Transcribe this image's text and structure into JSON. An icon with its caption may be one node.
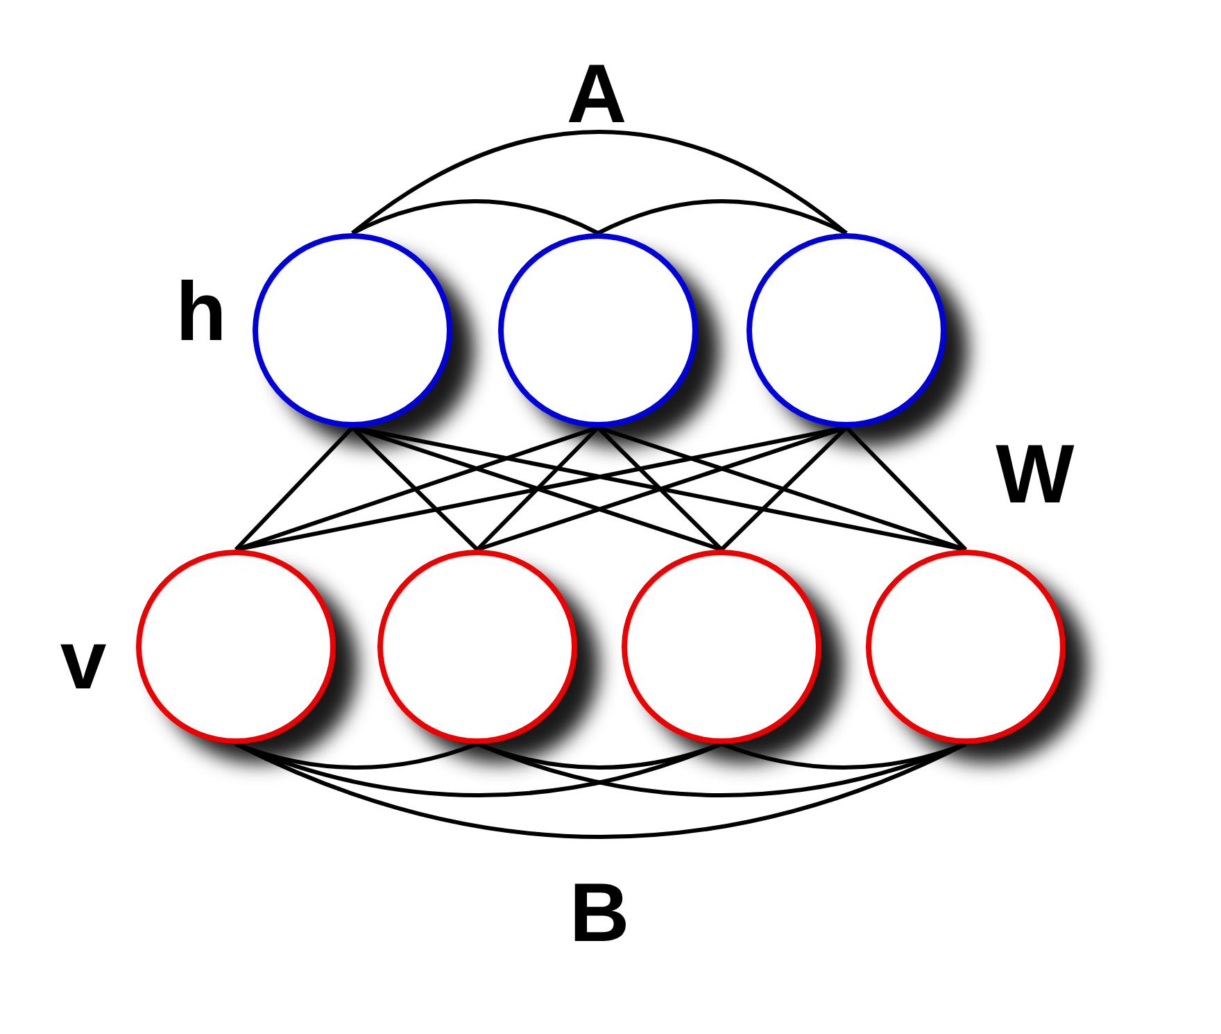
{
  "diagram": {
    "nodes": [
      {
        "text": [],
        "shape": "circle"
      },
      {
        "text": [],
        "shape": "circle"
      },
      {
        "text": [],
        "shape": "circle"
      },
      {
        "text": [],
        "shape": "circle"
      },
      {
        "text": [],
        "shape": "circle"
      },
      {
        "text": [],
        "shape": "circle"
      },
      {
        "text": [],
        "shape": "circle"
      }
    ],
    "edges": [
      {
        "from": 0,
        "to": 1,
        "arrow": "none"
      },
      {
        "from": 1,
        "to": 2,
        "arrow": "none"
      },
      {
        "from": 0,
        "to": 2,
        "arrow": "none"
      },
      {
        "from": 0,
        "to": 3,
        "arrow": "none"
      },
      {
        "from": 0,
        "to": 4,
        "arrow": "none"
      },
      {
        "from": 0,
        "to": 5,
        "arrow": "none"
      },
      {
        "from": 0,
        "to": 6,
        "arrow": "none"
      },
      {
        "from": 1,
        "to": 3,
        "arrow": "none"
      },
      {
        "from": 1,
        "to": 4,
        "arrow": "none"
      },
      {
        "from": 1,
        "to": 5,
        "arrow": "none"
      },
      {
        "from": 1,
        "to": 6,
        "arrow": "none"
      },
      {
        "from": 2,
        "to": 3,
        "arrow": "none"
      },
      {
        "from": 2,
        "to": 4,
        "arrow": "none"
      },
      {
        "from": 2,
        "to": 5,
        "arrow": "none"
      },
      {
        "from": 2,
        "to": 6,
        "arrow": "none"
      },
      {
        "from": 3,
        "to": 4,
        "arrow": "none"
      },
      {
        "from": 4,
        "to": 5,
        "arrow": "none"
      },
      {
        "from": 5,
        "to": 6,
        "arrow": "none"
      },
      {
        "from": 3,
        "to": 5,
        "arrow": "none"
      },
      {
        "from": 4,
        "to": 6,
        "arrow": "none"
      },
      {
        "from": 3,
        "to": 6,
        "arrow": "none"
      }
    ],
    "labels": [
      "A",
      "h",
      "W",
      "v",
      "B"
    ]
  }
}
